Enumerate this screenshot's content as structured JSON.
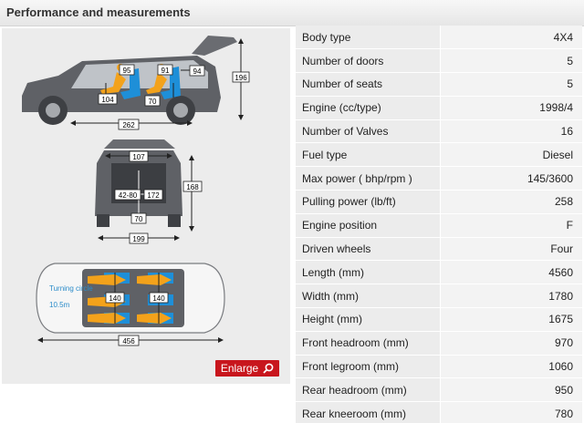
{
  "header": {
    "title": "Performance and measurements"
  },
  "diagram": {
    "side_view": {
      "labels": [
        "95",
        "91",
        "94",
        "104",
        "70",
        "196",
        "262"
      ]
    },
    "rear_view": {
      "labels": [
        "107",
        "42-80",
        "172",
        "168",
        "70",
        "199"
      ]
    },
    "top_view": {
      "turning_label": "Turning circle",
      "turning_value": "10.5m",
      "labels": [
        "140",
        "140",
        "456"
      ]
    }
  },
  "enlarge": {
    "label": "Enlarge"
  },
  "specs": [
    {
      "label": "Body type",
      "value": "4X4"
    },
    {
      "label": "Number of doors",
      "value": "5"
    },
    {
      "label": "Number of seats",
      "value": "5"
    },
    {
      "label": "Engine (cc/type)",
      "value": "1998/4"
    },
    {
      "label": "Number of Valves",
      "value": "16"
    },
    {
      "label": "Fuel type",
      "value": "Diesel"
    },
    {
      "label": "Max power ( bhp/rpm )",
      "value": "145/3600"
    },
    {
      "label": "Pulling power (lb/ft)",
      "value": "258"
    },
    {
      "label": "Engine position",
      "value": "F"
    },
    {
      "label": "Driven wheels",
      "value": "Four"
    },
    {
      "label": "Length (mm)",
      "value": "4560"
    },
    {
      "label": "Width (mm)",
      "value": "1780"
    },
    {
      "label": "Height (mm)",
      "value": "1675"
    },
    {
      "label": "Front headroom (mm)",
      "value": "970"
    },
    {
      "label": "Front legroom (mm)",
      "value": "1060"
    },
    {
      "label": "Rear headroom (mm)",
      "value": "950"
    },
    {
      "label": "Rear kneeroom (mm)",
      "value": "780"
    }
  ],
  "colors": {
    "accent_red": "#c8161d",
    "seat_blue": "#1e8fd8",
    "person_orange": "#f3a21b",
    "car_gray": "#5f6166",
    "turning_blue": "#2a8bc9"
  }
}
